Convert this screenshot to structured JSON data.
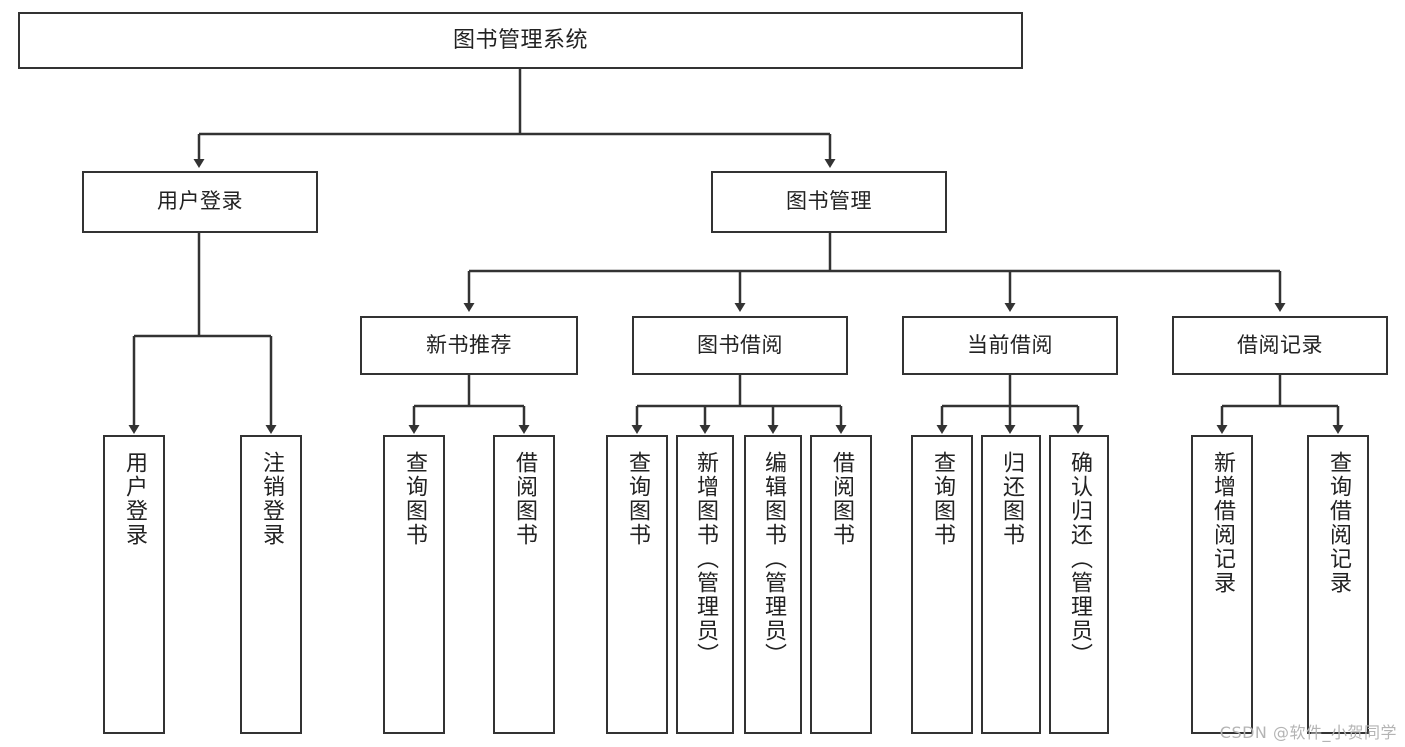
{
  "diagram": {
    "title": "图书管理系统",
    "type": "tree-hierarchy",
    "watermark": "CSDN @软件_小贺同学",
    "colors": {
      "box_border": "#333333",
      "box_fill": "#ffffff",
      "connector": "#333333",
      "text": "#222222",
      "watermark": "#b4b4b4",
      "background": "#ffffff"
    },
    "levels": {
      "root": {
        "label": "图书管理系统"
      },
      "level2": [
        {
          "id": "user-login",
          "label": "用户登录"
        },
        {
          "id": "book-management",
          "label": "图书管理"
        }
      ],
      "level3": [
        {
          "id": "new-book-recommend",
          "label": "新书推荐"
        },
        {
          "id": "book-borrow",
          "label": "图书借阅"
        },
        {
          "id": "current-borrow",
          "label": "当前借阅"
        },
        {
          "id": "borrow-record",
          "label": "借阅记录"
        }
      ],
      "leaves": {
        "user_login": [
          {
            "id": "leaf-user-login",
            "label": "用户登录"
          },
          {
            "id": "leaf-logout-login",
            "label": "注销登录"
          }
        ],
        "new_book_recommend": [
          {
            "id": "leaf-query-book-1",
            "label": "查询图书"
          },
          {
            "id": "leaf-borrow-book-1",
            "label": "借阅图书"
          }
        ],
        "book_borrow": [
          {
            "id": "leaf-query-book-2",
            "label": "查询图书"
          },
          {
            "id": "leaf-add-book",
            "label": "新增图书（管理员）"
          },
          {
            "id": "leaf-edit-book",
            "label": "编辑图书（管理员）"
          },
          {
            "id": "leaf-borrow-book-2",
            "label": "借阅图书"
          }
        ],
        "current_borrow": [
          {
            "id": "leaf-query-book-3",
            "label": "查询图书"
          },
          {
            "id": "leaf-return-book",
            "label": "归还图书"
          },
          {
            "id": "leaf-confirm-return",
            "label": "确认归还（管理员）"
          }
        ],
        "borrow_record": [
          {
            "id": "leaf-add-record",
            "label": "新增借阅记录"
          },
          {
            "id": "leaf-query-record",
            "label": "查询借阅记录"
          }
        ]
      }
    }
  }
}
